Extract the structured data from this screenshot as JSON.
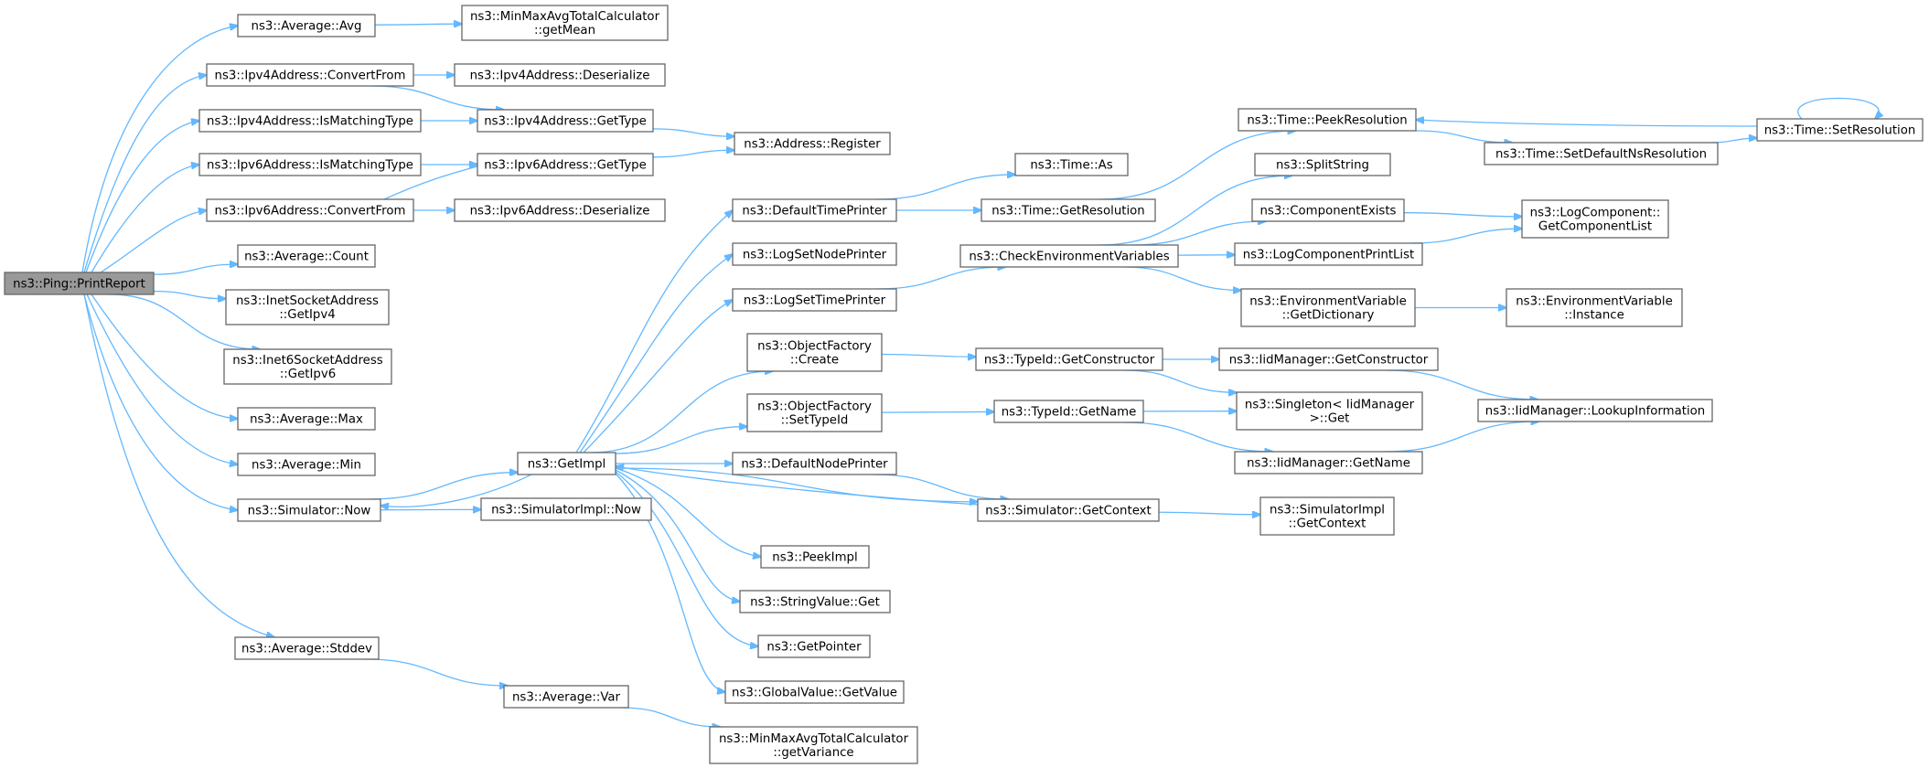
{
  "graph": {
    "colors": {
      "edge": "#63b8ff",
      "node_border": "#666666",
      "root_fill": "#999999",
      "node_fill": "#ffffff"
    },
    "nodes": [
      {
        "id": "print_report",
        "lines": [
          "ns3::Ping::PrintReport"
        ],
        "root": true
      },
      {
        "id": "avg",
        "lines": [
          "ns3::Average::Avg"
        ]
      },
      {
        "id": "get_mean",
        "lines": [
          "ns3::MinMaxAvgTotalCalculator",
          "::getMean"
        ]
      },
      {
        "id": "ipv4_convert_from",
        "lines": [
          "ns3::Ipv4Address::ConvertFrom"
        ]
      },
      {
        "id": "ipv4_deserialize",
        "lines": [
          "ns3::Ipv4Address::Deserialize"
        ]
      },
      {
        "id": "ipv4_is_matching_type",
        "lines": [
          "ns3::Ipv4Address::IsMatchingType"
        ]
      },
      {
        "id": "ipv4_get_type",
        "lines": [
          "ns3::Ipv4Address::GetType"
        ]
      },
      {
        "id": "address_register",
        "lines": [
          "ns3::Address::Register"
        ]
      },
      {
        "id": "ipv6_is_matching_type",
        "lines": [
          "ns3::Ipv6Address::IsMatchingType"
        ]
      },
      {
        "id": "ipv6_get_type",
        "lines": [
          "ns3::Ipv6Address::GetType"
        ]
      },
      {
        "id": "ipv6_convert_from",
        "lines": [
          "ns3::Ipv6Address::ConvertFrom"
        ]
      },
      {
        "id": "ipv6_deserialize",
        "lines": [
          "ns3::Ipv6Address::Deserialize"
        ]
      },
      {
        "id": "average_count",
        "lines": [
          "ns3::Average::Count"
        ]
      },
      {
        "id": "inet_get_ipv4",
        "lines": [
          "ns3::InetSocketAddress",
          "::GetIpv4"
        ]
      },
      {
        "id": "inet6_get_ipv6",
        "lines": [
          "ns3::Inet6SocketAddress",
          "::GetIpv6"
        ]
      },
      {
        "id": "average_max",
        "lines": [
          "ns3::Average::Max"
        ]
      },
      {
        "id": "average_min",
        "lines": [
          "ns3::Average::Min"
        ]
      },
      {
        "id": "simulator_now",
        "lines": [
          "ns3::Simulator::Now"
        ]
      },
      {
        "id": "average_stddev",
        "lines": [
          "ns3::Average::Stddev"
        ]
      },
      {
        "id": "average_var",
        "lines": [
          "ns3::Average::Var"
        ]
      },
      {
        "id": "get_variance",
        "lines": [
          "ns3::MinMaxAvgTotalCalculator",
          "::getVariance"
        ]
      },
      {
        "id": "get_impl",
        "lines": [
          "ns3::GetImpl"
        ]
      },
      {
        "id": "simulator_impl_now",
        "lines": [
          "ns3::SimulatorImpl::Now"
        ]
      },
      {
        "id": "default_time_printer",
        "lines": [
          "ns3::DefaultTimePrinter"
        ]
      },
      {
        "id": "log_set_node_printer",
        "lines": [
          "ns3::LogSetNodePrinter"
        ]
      },
      {
        "id": "log_set_time_printer",
        "lines": [
          "ns3::LogSetTimePrinter"
        ]
      },
      {
        "id": "object_factory_create",
        "lines": [
          "ns3::ObjectFactory",
          "::Create"
        ]
      },
      {
        "id": "object_factory_set_type_id",
        "lines": [
          "ns3::ObjectFactory",
          "::SetTypeId"
        ]
      },
      {
        "id": "default_node_printer",
        "lines": [
          "ns3::DefaultNodePrinter"
        ]
      },
      {
        "id": "peek_impl",
        "lines": [
          "ns3::PeekImpl"
        ]
      },
      {
        "id": "string_value_get",
        "lines": [
          "ns3::StringValue::Get"
        ]
      },
      {
        "id": "get_pointer",
        "lines": [
          "ns3::GetPointer"
        ]
      },
      {
        "id": "global_value_get_value",
        "lines": [
          "ns3::GlobalValue::GetValue"
        ]
      },
      {
        "id": "time_as",
        "lines": [
          "ns3::Time::As"
        ]
      },
      {
        "id": "time_get_resolution",
        "lines": [
          "ns3::Time::GetResolution"
        ]
      },
      {
        "id": "check_environment_variables",
        "lines": [
          "ns3::CheckEnvironmentVariables"
        ]
      },
      {
        "id": "type_id_get_constructor",
        "lines": [
          "ns3::TypeId::GetConstructor"
        ]
      },
      {
        "id": "type_id_get_name",
        "lines": [
          "ns3::TypeId::GetName"
        ]
      },
      {
        "id": "simulator_get_context",
        "lines": [
          "ns3::Simulator::GetContext"
        ]
      },
      {
        "id": "time_peek_resolution",
        "lines": [
          "ns3::Time::PeekResolution"
        ]
      },
      {
        "id": "split_string",
        "lines": [
          "ns3::SplitString"
        ]
      },
      {
        "id": "component_exists",
        "lines": [
          "ns3::ComponentExists"
        ]
      },
      {
        "id": "log_component_print_list",
        "lines": [
          "ns3::LogComponentPrintList"
        ]
      },
      {
        "id": "env_var_get_dictionary",
        "lines": [
          "ns3::EnvironmentVariable",
          "::GetDictionary"
        ]
      },
      {
        "id": "iid_manager_get_constructor",
        "lines": [
          "ns3::IidManager::GetConstructor"
        ]
      },
      {
        "id": "singleton_get",
        "lines": [
          "ns3::Singleton< IidManager",
          " >::Get"
        ]
      },
      {
        "id": "iid_manager_get_name",
        "lines": [
          "ns3::IidManager::GetName"
        ]
      },
      {
        "id": "simulator_impl_get_context",
        "lines": [
          "ns3::SimulatorImpl",
          "::GetContext"
        ]
      },
      {
        "id": "time_set_default_ns_resolution",
        "lines": [
          "ns3::Time::SetDefaultNsResolution"
        ]
      },
      {
        "id": "time_set_resolution",
        "lines": [
          "ns3::Time::SetResolution"
        ]
      },
      {
        "id": "log_component_get_list",
        "lines": [
          "ns3::LogComponent::",
          "GetComponentList"
        ]
      },
      {
        "id": "env_var_instance",
        "lines": [
          "ns3::EnvironmentVariable",
          "::Instance"
        ]
      },
      {
        "id": "iid_manager_lookup_information",
        "lines": [
          "ns3::IidManager::LookupInformation"
        ]
      }
    ],
    "edges": [
      [
        "print_report",
        "avg"
      ],
      [
        "print_report",
        "ipv4_convert_from"
      ],
      [
        "print_report",
        "ipv4_is_matching_type"
      ],
      [
        "print_report",
        "ipv6_is_matching_type"
      ],
      [
        "print_report",
        "ipv6_convert_from"
      ],
      [
        "print_report",
        "average_count"
      ],
      [
        "print_report",
        "inet_get_ipv4"
      ],
      [
        "print_report",
        "inet6_get_ipv6"
      ],
      [
        "print_report",
        "average_max"
      ],
      [
        "print_report",
        "average_min"
      ],
      [
        "print_report",
        "simulator_now"
      ],
      [
        "print_report",
        "average_stddev"
      ],
      [
        "avg",
        "get_mean"
      ],
      [
        "ipv4_convert_from",
        "ipv4_deserialize"
      ],
      [
        "ipv4_convert_from",
        "ipv4_get_type"
      ],
      [
        "ipv4_is_matching_type",
        "ipv4_get_type"
      ],
      [
        "ipv4_get_type",
        "address_register"
      ],
      [
        "ipv6_is_matching_type",
        "ipv6_get_type"
      ],
      [
        "ipv6_get_type",
        "address_register"
      ],
      [
        "ipv6_convert_from",
        "ipv6_get_type"
      ],
      [
        "ipv6_convert_from",
        "ipv6_deserialize"
      ],
      [
        "simulator_now",
        "get_impl"
      ],
      [
        "simulator_now",
        "simulator_impl_now"
      ],
      [
        "average_stddev",
        "average_var"
      ],
      [
        "average_var",
        "get_variance"
      ],
      [
        "get_impl",
        "simulator_now"
      ],
      [
        "get_impl",
        "default_time_printer"
      ],
      [
        "get_impl",
        "log_set_node_printer"
      ],
      [
        "get_impl",
        "log_set_time_printer"
      ],
      [
        "get_impl",
        "object_factory_create"
      ],
      [
        "get_impl",
        "object_factory_set_type_id"
      ],
      [
        "get_impl",
        "default_node_printer"
      ],
      [
        "get_impl",
        "simulator_get_context"
      ],
      [
        "get_impl",
        "peek_impl"
      ],
      [
        "get_impl",
        "string_value_get"
      ],
      [
        "get_impl",
        "get_pointer"
      ],
      [
        "get_impl",
        "global_value_get_value"
      ],
      [
        "default_time_printer",
        "time_as"
      ],
      [
        "default_time_printer",
        "time_get_resolution"
      ],
      [
        "time_get_resolution",
        "time_peek_resolution"
      ],
      [
        "log_set_time_printer",
        "check_environment_variables"
      ],
      [
        "object_factory_create",
        "type_id_get_constructor"
      ],
      [
        "object_factory_set_type_id",
        "type_id_get_name"
      ],
      [
        "default_node_printer",
        "simulator_get_context"
      ],
      [
        "simulator_get_context",
        "get_impl"
      ],
      [
        "simulator_get_context",
        "simulator_impl_get_context"
      ],
      [
        "check_environment_variables",
        "split_string"
      ],
      [
        "check_environment_variables",
        "component_exists"
      ],
      [
        "check_environment_variables",
        "log_component_print_list"
      ],
      [
        "check_environment_variables",
        "env_var_get_dictionary"
      ],
      [
        "type_id_get_constructor",
        "iid_manager_get_constructor"
      ],
      [
        "type_id_get_constructor",
        "singleton_get"
      ],
      [
        "type_id_get_name",
        "singleton_get"
      ],
      [
        "type_id_get_name",
        "iid_manager_get_name"
      ],
      [
        "time_peek_resolution",
        "time_set_default_ns_resolution"
      ],
      [
        "time_set_default_ns_resolution",
        "time_set_resolution"
      ],
      [
        "time_set_resolution",
        "time_peek_resolution"
      ],
      [
        "time_set_resolution",
        "time_set_resolution"
      ],
      [
        "component_exists",
        "log_component_get_list"
      ],
      [
        "log_component_print_list",
        "log_component_get_list"
      ],
      [
        "env_var_get_dictionary",
        "env_var_instance"
      ],
      [
        "iid_manager_get_constructor",
        "iid_manager_lookup_information"
      ],
      [
        "iid_manager_get_name",
        "iid_manager_lookup_information"
      ]
    ]
  }
}
